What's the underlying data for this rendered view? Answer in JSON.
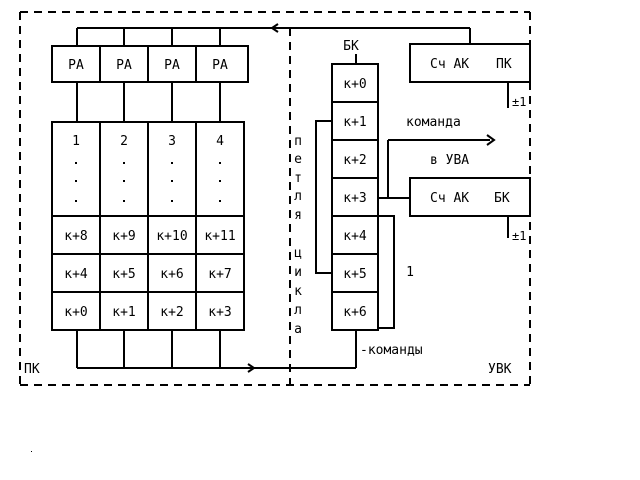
{
  "regions": {
    "left": "ПК",
    "right": "УВК"
  },
  "ra_labels": [
    "РА",
    "РА",
    "РА",
    "РА"
  ],
  "bank_numbers": [
    "1",
    "2",
    "3",
    "4"
  ],
  "bank_rows": [
    [
      "к+8",
      "к+9",
      "к+10",
      "к+11"
    ],
    [
      "к+4",
      "к+5",
      "к+6",
      "к+7"
    ],
    [
      "к+0",
      "к+1",
      "к+2",
      "к+3"
    ]
  ],
  "loop_label": [
    "п",
    "е",
    "т",
    "л",
    "я",
    "ц",
    "и",
    "к",
    "л",
    "а"
  ],
  "buffer": {
    "title": "БК",
    "cells": [
      "к+0",
      "к+1",
      "к+2",
      "к+3",
      "к+4",
      "к+5",
      "к+6"
    ]
  },
  "counter_pk": {
    "name": "Сч АК",
    "tag": "ПК",
    "step": "±1"
  },
  "counter_bk": {
    "name": "Сч АК",
    "tag": "БК",
    "step": "±1"
  },
  "command_label": "команда",
  "uva_label": "в УВА",
  "one_label": "1",
  "commands_label": "-команды"
}
